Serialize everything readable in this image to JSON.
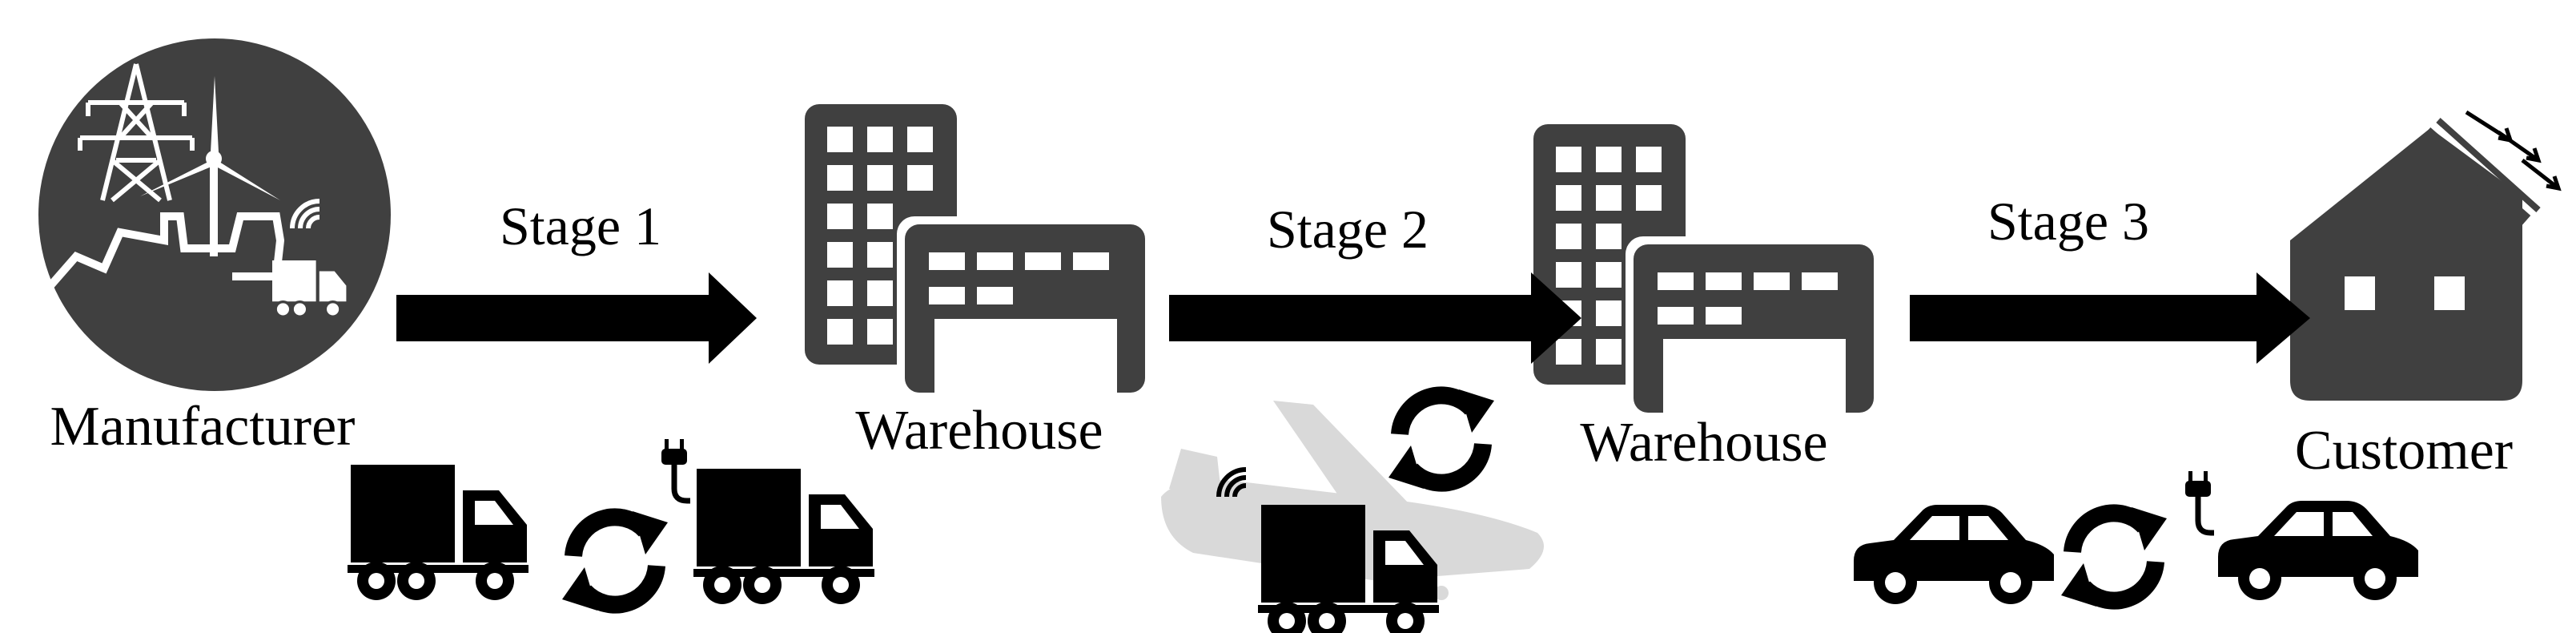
{
  "nodes": {
    "manufacturer": {
      "label": "Manufacturer"
    },
    "warehouse_1": {
      "label": "Warehouse"
    },
    "warehouse_2": {
      "label": "Warehouse"
    },
    "customer": {
      "label": "Customer"
    }
  },
  "stages": {
    "stage_1": {
      "label": "Stage 1"
    },
    "stage_2": {
      "label": "Stage 2"
    },
    "stage_3": {
      "label": "Stage 3"
    }
  },
  "colors": {
    "icon_dark": "#404040",
    "vehicle_black": "#000000",
    "plane_light": "#d9d9d9",
    "background": "#ffffff"
  },
  "icons": [
    "manufacturer-circle-icon",
    "warehouse-icon",
    "house-solar-icon",
    "truck-icon",
    "electric-truck-icon",
    "airplane-icon",
    "car-icon",
    "electric-car-icon",
    "swap-arrows-icon"
  ]
}
